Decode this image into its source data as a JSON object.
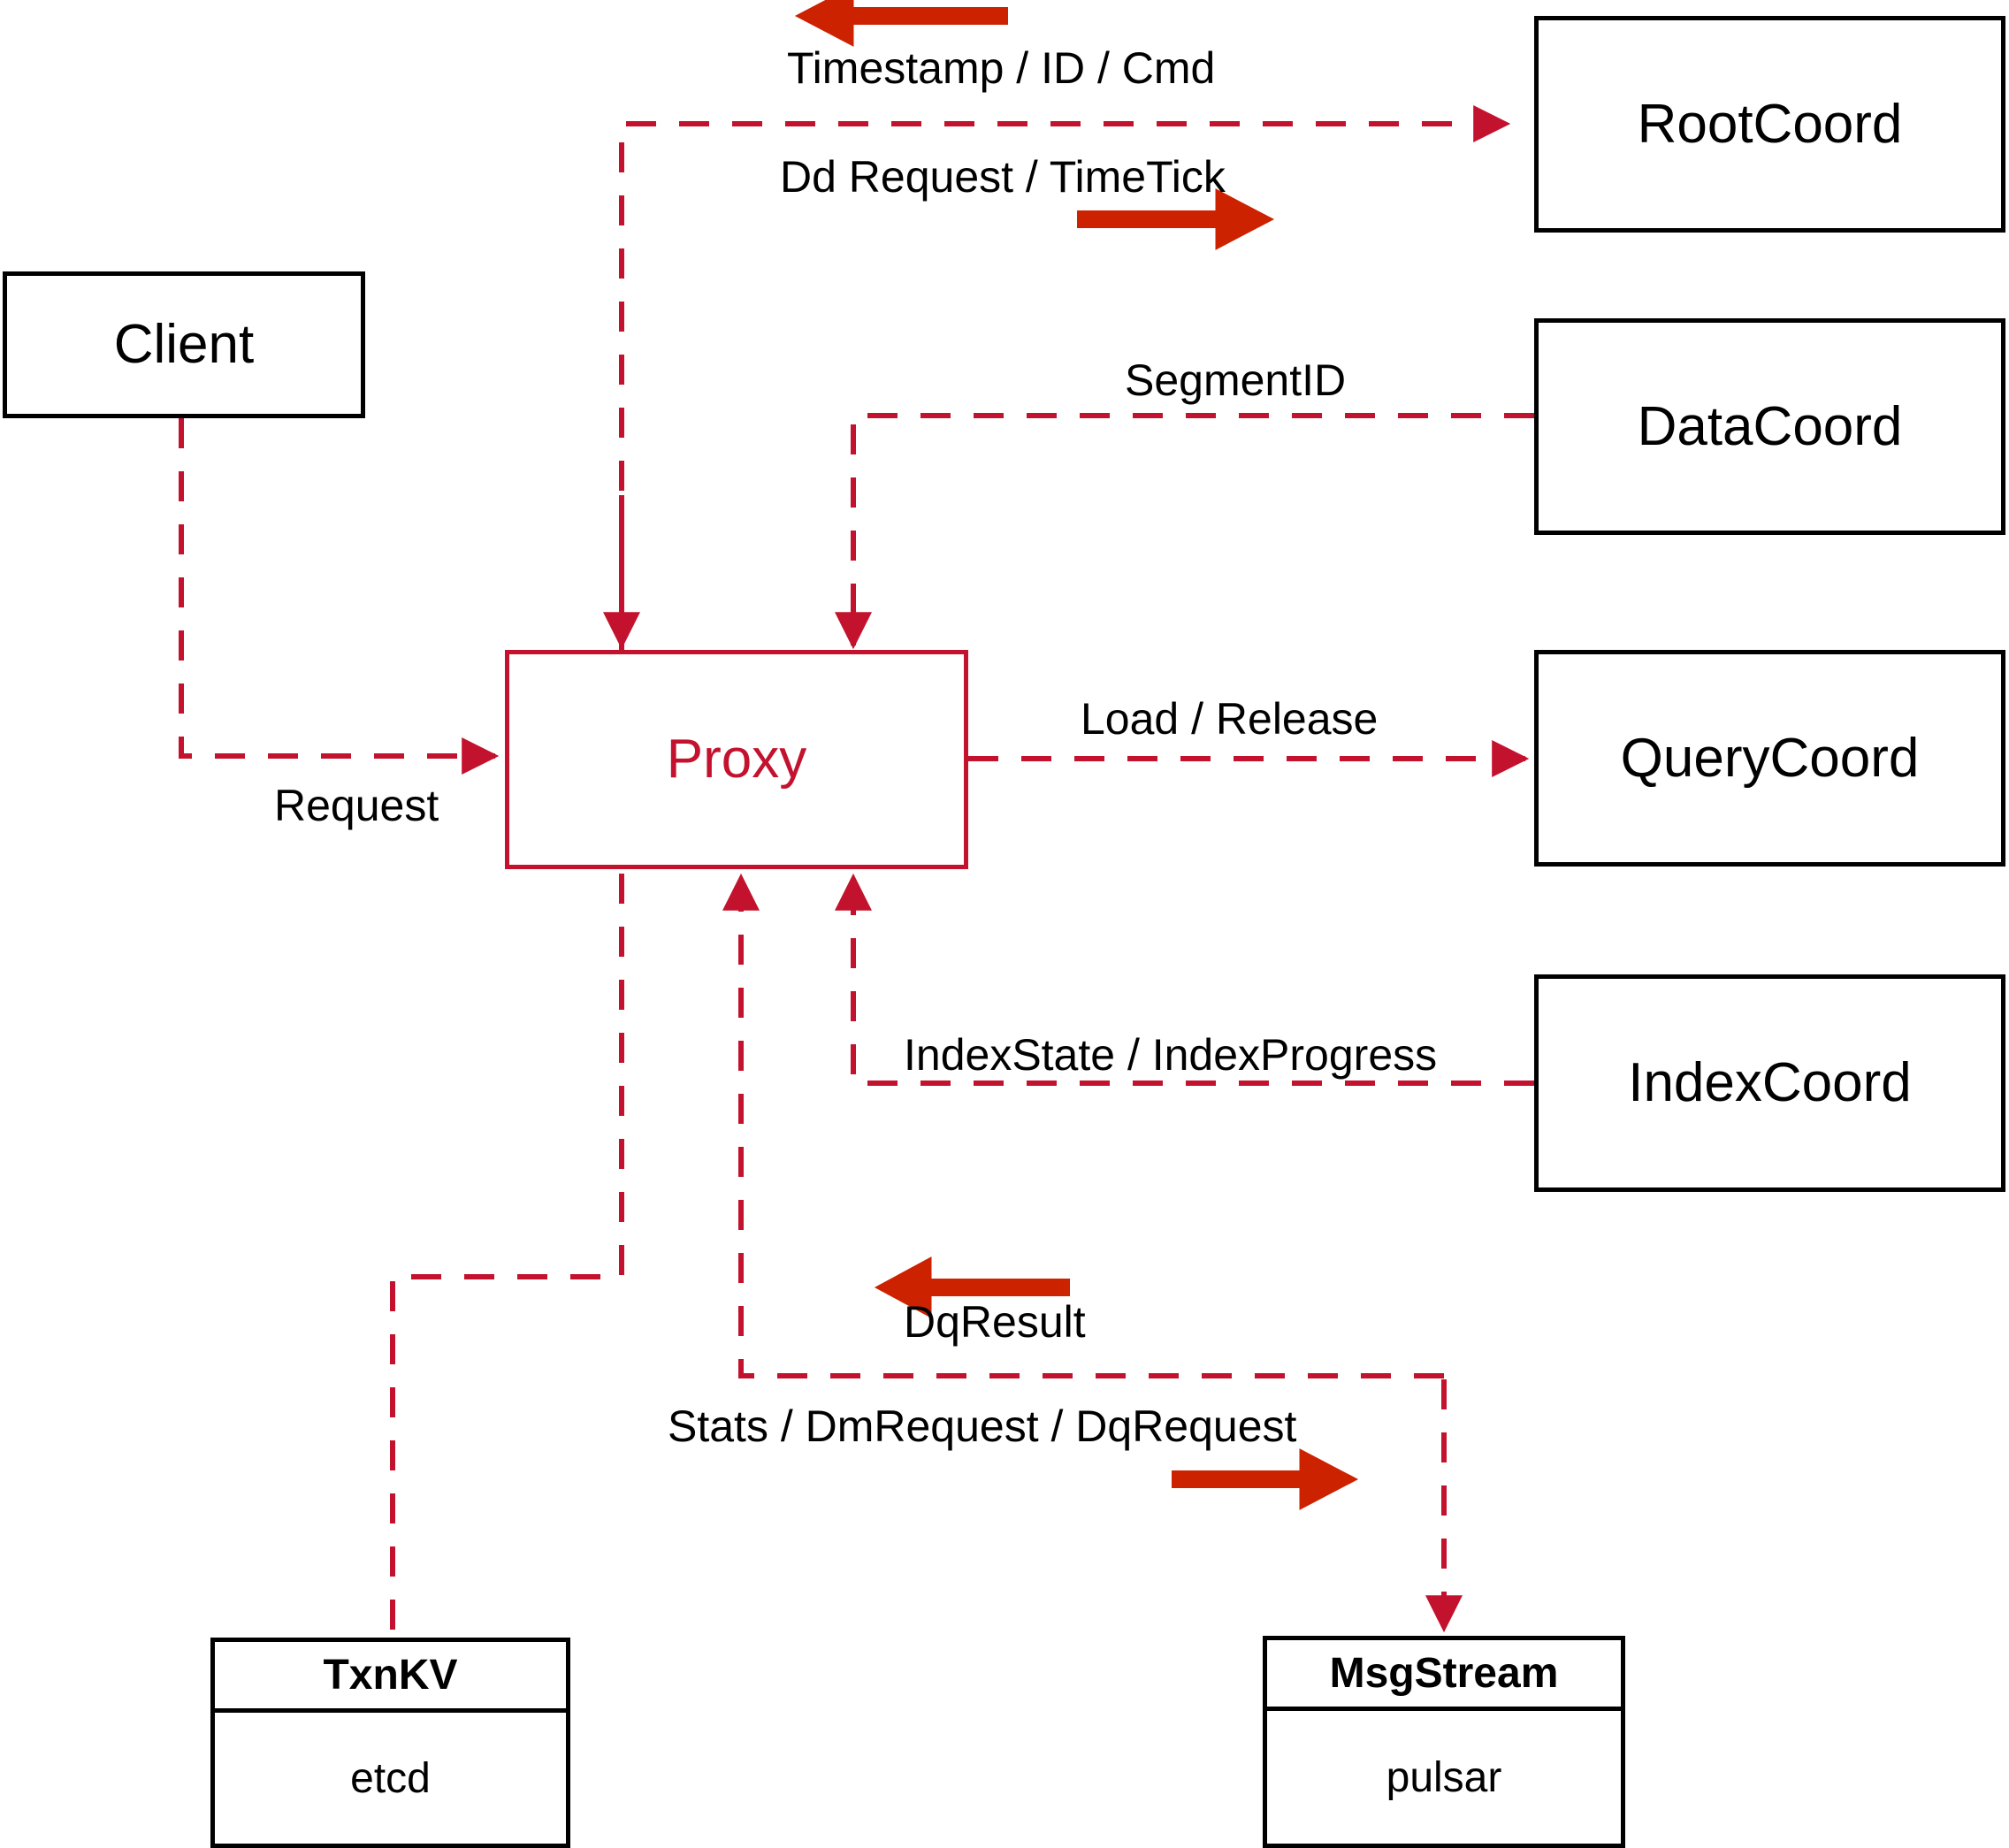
{
  "diagram": {
    "title": "Milvus Proxy interaction diagram",
    "accent_color": "#c3122e",
    "arrow_color": "#cc2200",
    "node_border_color": "#000000",
    "background": "#ffffff"
  },
  "nodes": {
    "client": {
      "label": "Client"
    },
    "proxy": {
      "label": "Proxy"
    },
    "root_coord": {
      "label": "RootCoord"
    },
    "data_coord": {
      "label": "DataCoord"
    },
    "query_coord": {
      "label": "QueryCoord"
    },
    "index_coord": {
      "label": "IndexCoord"
    },
    "txnkv": {
      "title": "TxnKV",
      "impl": "etcd"
    },
    "msgstream": {
      "title": "MsgStream",
      "impl": "pulsar"
    }
  },
  "edge_labels": {
    "timestamp_id_cmd": "Timestamp / ID / Cmd",
    "dd_request_timetick": "Dd Request / TimeTick",
    "segment_id": "SegmentID",
    "request": "Request",
    "load_release": "Load / Release",
    "index_state_progress": "IndexState / IndexProgress",
    "dq_result": "DqResult",
    "stats_dm_dq_request": "Stats / DmRequest / DqRequest"
  },
  "legend_arrows": {
    "timestamp_direction": "left",
    "dd_request_direction": "right",
    "dq_result_direction": "left",
    "stats_request_direction": "right"
  }
}
